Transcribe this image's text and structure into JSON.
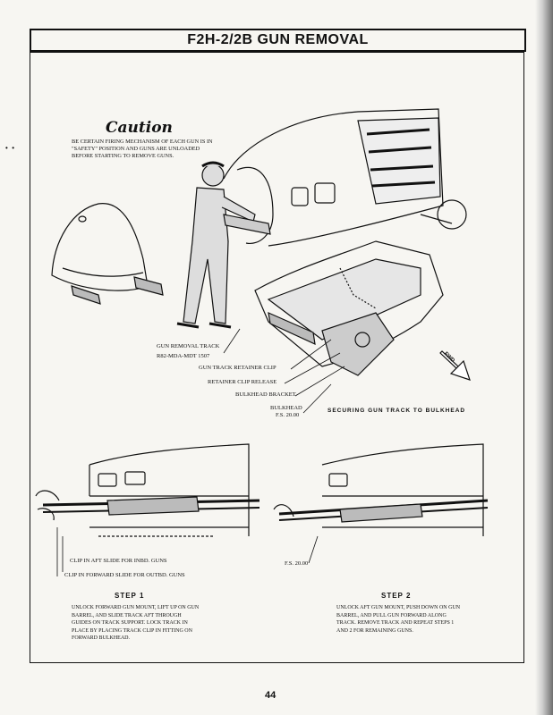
{
  "title": "F2H-2/2B GUN REMOVAL",
  "caution": {
    "heading": "Caution",
    "text": "BE CERTAIN FIRING MECHANISM OF EACH GUN IS IN \"SAFETY\" POSITION AND GUNS ARE UNLOADED BEFORE STARTING TO REMOVE GUNS."
  },
  "labels": {
    "gun_removal_track": "GUN REMOVAL TRACK",
    "part_number": "R82-MDA-MDT 1507",
    "retainer_clip": "GUN TRACK RETAINER CLIP",
    "clip_release": "RETAINER CLIP RELEASE",
    "bulkhead_bracket": "BULKHEAD BRACKET",
    "bulkhead": "BULKHEAD",
    "bulkhead_fs": "F.S. 20.00",
    "securing": "SECURING GUN TRACK TO BULKHEAD",
    "fwd": "FWD",
    "clip_aft": "CLIP IN AFT SLIDE FOR INBD. GUNS",
    "clip_fwd": "CLIP IN FORWARD SLIDE FOR OUTBD. GUNS",
    "fs_step2": "F.S. 20.00"
  },
  "steps": [
    {
      "heading": "STEP 1",
      "text": "UNLOCK FORWARD GUN MOUNT, LIFT UP ON GUN BARREL, AND SLIDE TRACK AFT THROUGH GUIDES ON TRACK SUPPORT. LOCK TRACK IN PLACE BY PLACING TRACK CLIP IN FITTING ON FORWARD BULKHEAD."
    },
    {
      "heading": "STEP 2",
      "text": "UNLOCK AFT GUN MOUNT, PUSH DOWN ON GUN BARREL, AND PULL GUN FORWARD ALONG TRACK. REMOVE TRACK AND REPEAT STEPS 1 AND 2 FOR REMAINING GUNS."
    }
  ],
  "page_number": "44"
}
